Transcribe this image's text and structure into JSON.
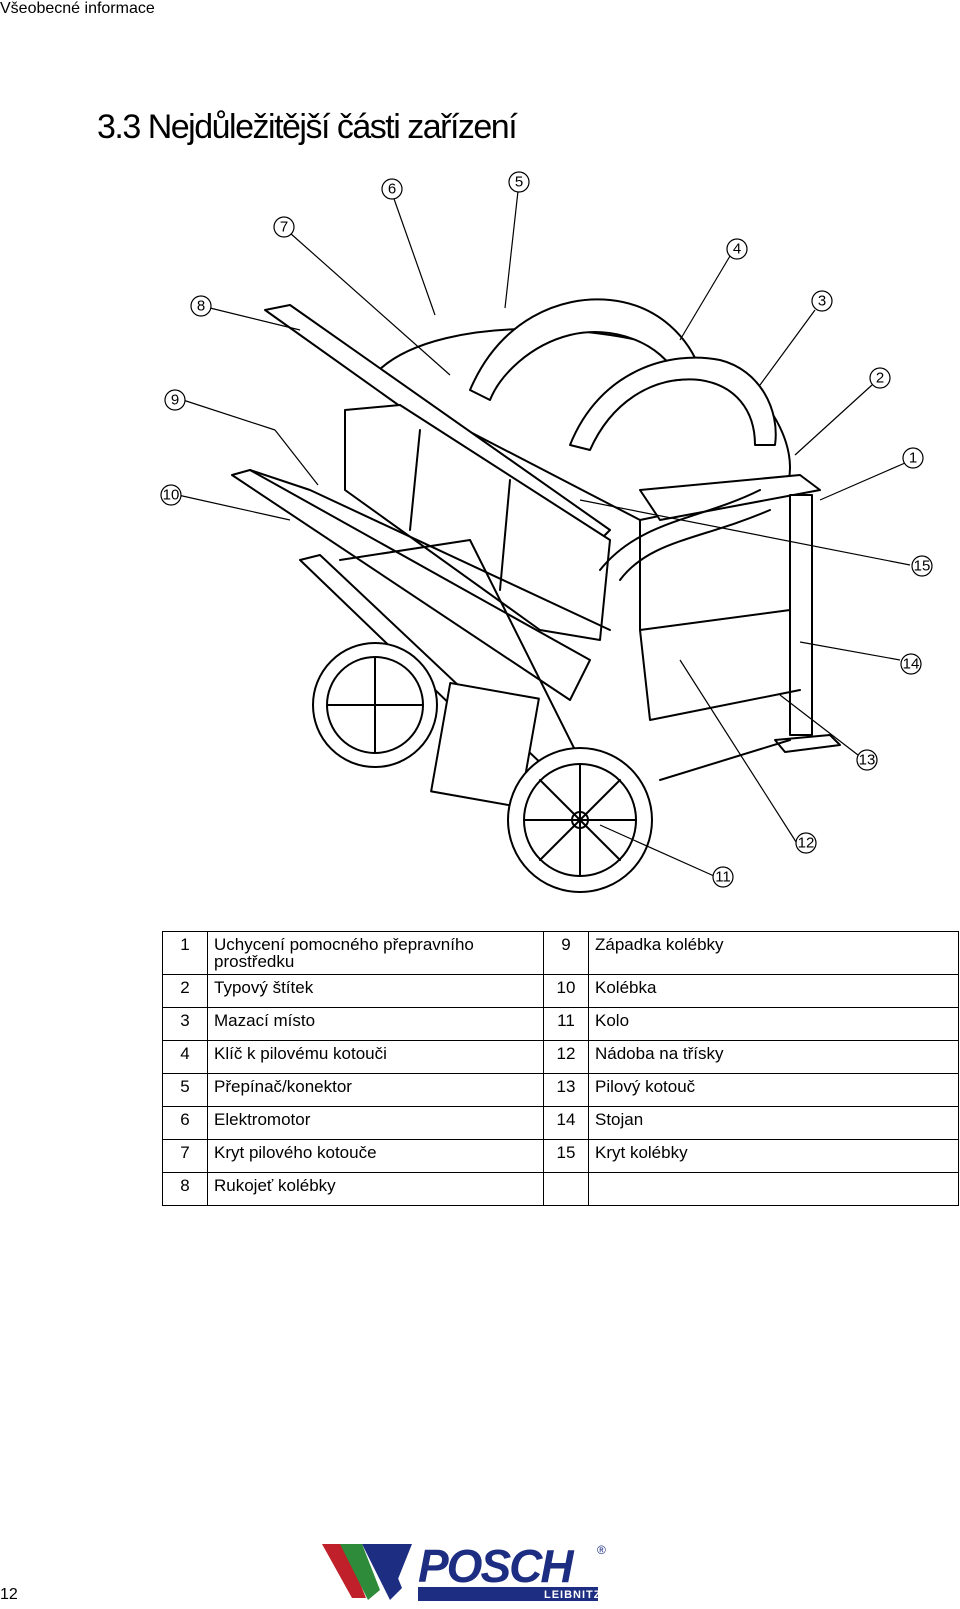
{
  "header": {
    "section": "Všeobecné informace"
  },
  "title": "3.3 Nejdůležitější části zařízení",
  "callouts": [
    "1",
    "2",
    "3",
    "4",
    "5",
    "6",
    "7",
    "8",
    "9",
    "10",
    "11",
    "12",
    "13",
    "14",
    "15"
  ],
  "parts_table": [
    {
      "left_num": "1",
      "left_label": "Uchycení pomocného přepravního prostředku",
      "right_num": "9",
      "right_label": "Západka kolébky"
    },
    {
      "left_num": "2",
      "left_label": "Typový štítek",
      "right_num": "10",
      "right_label": "Kolébka"
    },
    {
      "left_num": "3",
      "left_label": "Mazací místo",
      "right_num": "11",
      "right_label": "Kolo"
    },
    {
      "left_num": "4",
      "left_label": "Klíč k pilovému kotouči",
      "right_num": "12",
      "right_label": "Nádoba na třísky"
    },
    {
      "left_num": "5",
      "left_label": "Přepínač/konektor",
      "right_num": "13",
      "right_label": "Pilový kotouč"
    },
    {
      "left_num": "6",
      "left_label": "Elektromotor",
      "right_num": "14",
      "right_label": "Stojan"
    },
    {
      "left_num": "7",
      "left_label": "Kryt pilového kotouče",
      "right_num": "15",
      "right_label": "Kryt kolébky"
    },
    {
      "left_num": "8",
      "left_label": "Rukojeť kolébky",
      "right_num": "",
      "right_label": ""
    }
  ],
  "page_number": "12",
  "logo": {
    "brand": "POSCH",
    "sub": "LEIBNITZ",
    "registered": "®",
    "colors": {
      "blue": "#1c2d82",
      "green": "#2e8b3a",
      "red": "#c0202a"
    }
  }
}
